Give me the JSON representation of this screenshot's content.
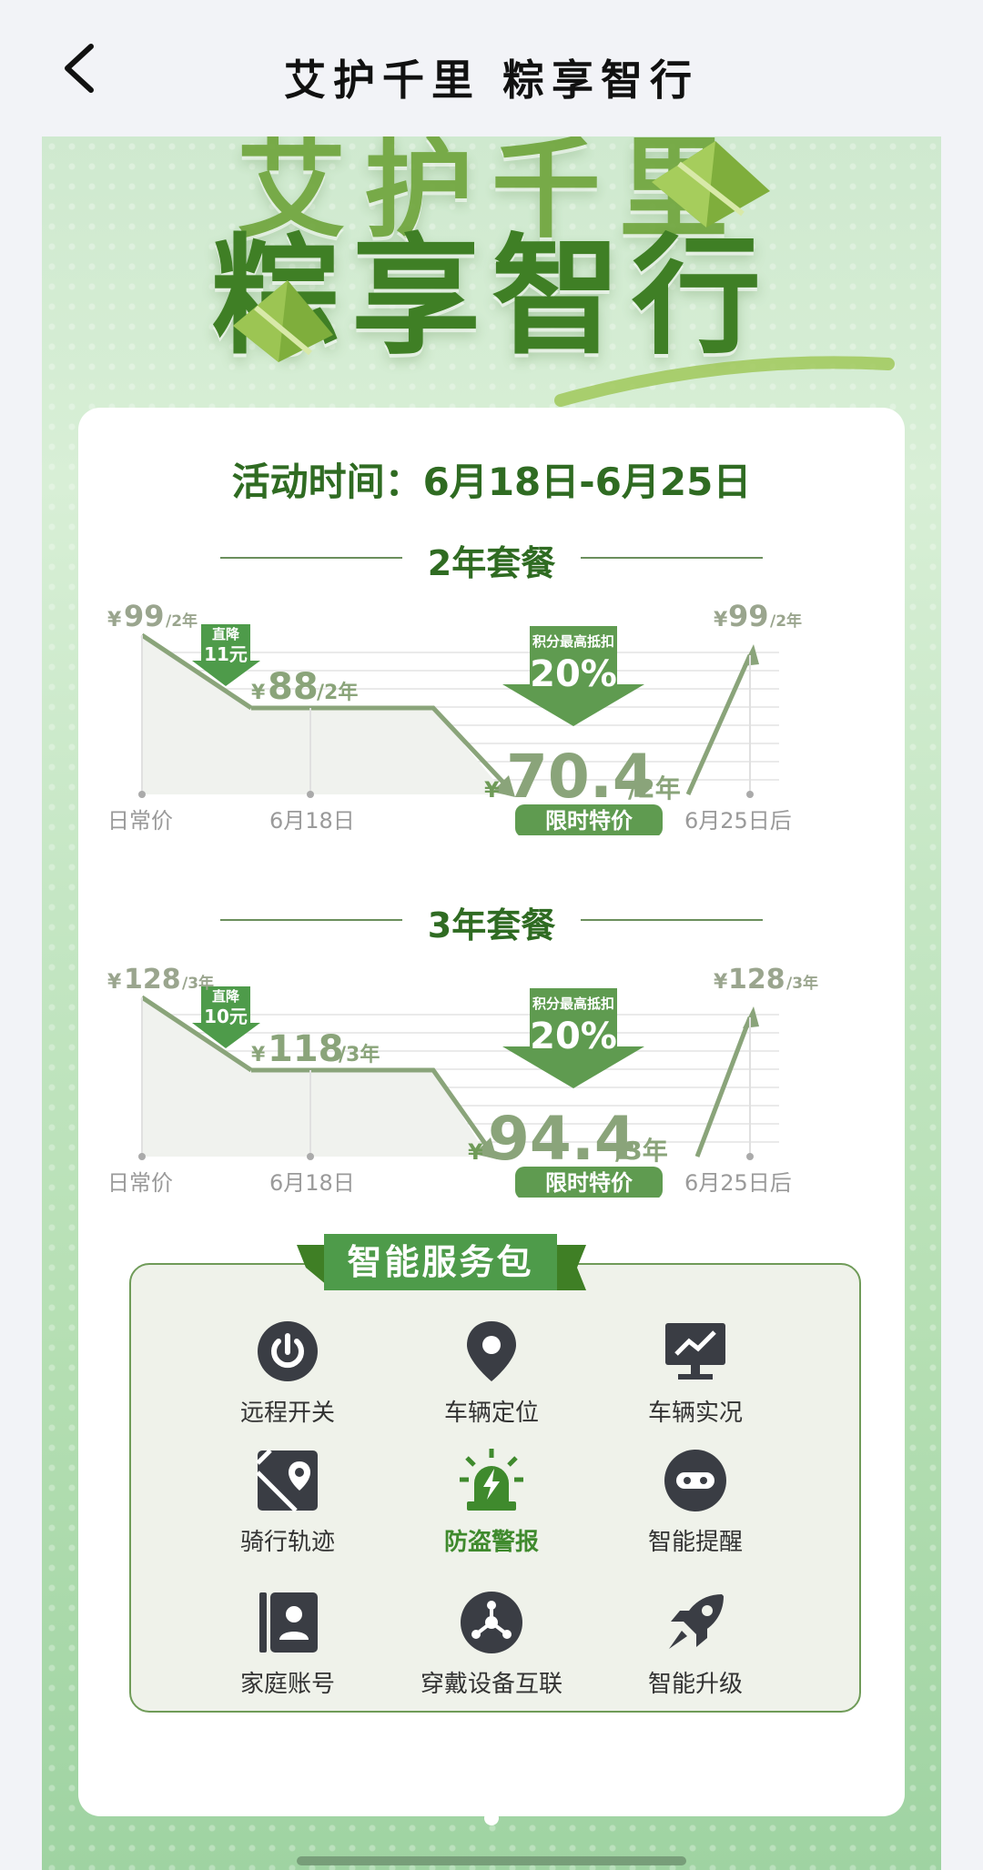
{
  "nav": {
    "title": "艾护千里  粽享智行"
  },
  "poster": {
    "title_line1": "艾护千里",
    "title_line2": "粽享智行"
  },
  "activity_time": "活动时间：6月18日-6月25日",
  "plans": [
    {
      "title": "2年套餐",
      "regular_price": "99",
      "regular_unit": "/2年",
      "drop_label": "直降",
      "drop_amount": "11元",
      "day1_price": "88",
      "day1_unit": "/2年",
      "points_label": "积分最高抵扣",
      "points_pct": "20%",
      "special_price": "70.4",
      "special_unit": "/2年",
      "special_tag": "限时特价",
      "after_price": "99",
      "after_unit": "/2年",
      "currency": "¥",
      "x_labels": [
        "日常价",
        "6月18日",
        "6月25日后"
      ]
    },
    {
      "title": "3年套餐",
      "regular_price": "128",
      "regular_unit": "/3年",
      "drop_label": "直降",
      "drop_amount": "10元",
      "day1_price": "118",
      "day1_unit": "/3年",
      "points_label": "积分最高抵扣",
      "points_pct": "20%",
      "special_price": "94.4",
      "special_unit": "/3年",
      "special_tag": "限时特价",
      "after_price": "128",
      "after_unit": "/3年",
      "currency": "¥",
      "x_labels": [
        "日常价",
        "6月18日",
        "6月25日后"
      ]
    }
  ],
  "services": {
    "title": "智能服务包",
    "items": [
      {
        "label": "远程开关",
        "icon": "power-icon"
      },
      {
        "label": "车辆定位",
        "icon": "location-pin-icon"
      },
      {
        "label": "车辆实况",
        "icon": "monitor-chart-icon"
      },
      {
        "label": "骑行轨迹",
        "icon": "map-route-icon"
      },
      {
        "label": "防盗警报",
        "icon": "alarm-siren-icon"
      },
      {
        "label": "智能提醒",
        "icon": "robot-face-icon"
      },
      {
        "label": "家庭账号",
        "icon": "contact-book-icon"
      },
      {
        "label": "穿戴设备互联",
        "icon": "connect-nodes-icon"
      },
      {
        "label": "智能升级",
        "icon": "rocket-icon"
      }
    ]
  },
  "colors": {
    "brand_green": "#4e9b4a",
    "dark_green": "#2f6b22",
    "grey_green": "#8aa47a",
    "icon_dark": "#3a3d44"
  }
}
